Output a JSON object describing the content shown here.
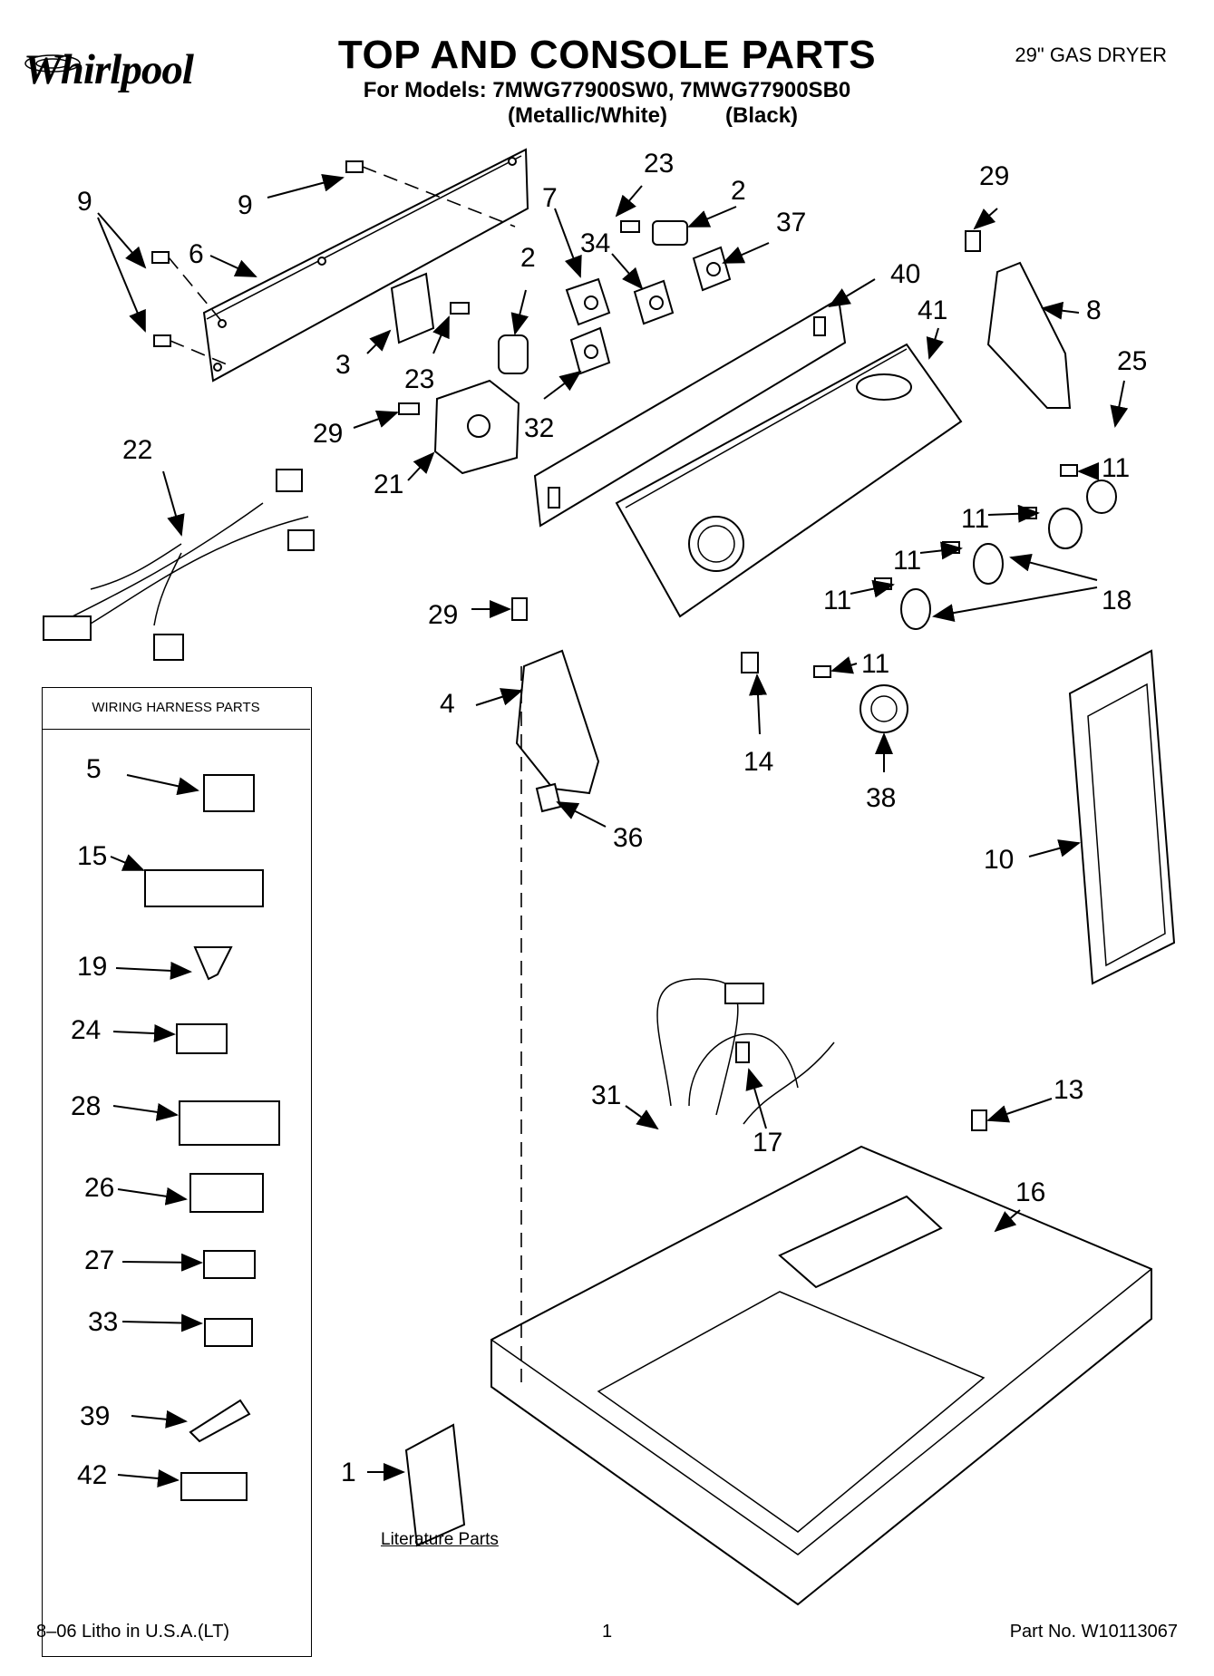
{
  "header": {
    "brand": "Whirlpool",
    "title": "TOP AND CONSOLE PARTS",
    "models_line": "For Models: 7MWG77900SW0, 7MWG77900SB0",
    "variant_1": "(Metallic/White)",
    "variant_2": "(Black)",
    "dryer_type": "29\" GAS DRYER"
  },
  "wiring_harness": {
    "title": "WIRING HARNESS PARTS",
    "items": [
      "5",
      "15",
      "19",
      "24",
      "28",
      "26",
      "27",
      "33",
      "39",
      "42"
    ]
  },
  "literature": {
    "label": "Literature Parts",
    "callout": "1"
  },
  "callouts": {
    "c9a": "9",
    "c9b": "9",
    "c6": "6",
    "c23a": "23",
    "c2a": "2",
    "c37": "37",
    "c29a": "29",
    "c7": "7",
    "c34": "34",
    "c2b": "2",
    "c40": "40",
    "c8": "8",
    "c41": "41",
    "c25": "25",
    "c3": "3",
    "c23b": "23",
    "c29b": "29",
    "c32": "32",
    "c22": "22",
    "c21": "21",
    "c11a": "11",
    "c11b": "11",
    "c11c": "11",
    "c11d": "11",
    "c11e": "11",
    "c18": "18",
    "c29c": "29",
    "c4": "4",
    "c14": "14",
    "c38": "38",
    "c36": "36",
    "c10": "10",
    "c13": "13",
    "c31": "31",
    "c17": "17",
    "c16": "16"
  },
  "footer": {
    "litho": "8–06 Litho in U.S.A.(LT)",
    "page": "1",
    "part_no": "Part No. W10113067"
  }
}
